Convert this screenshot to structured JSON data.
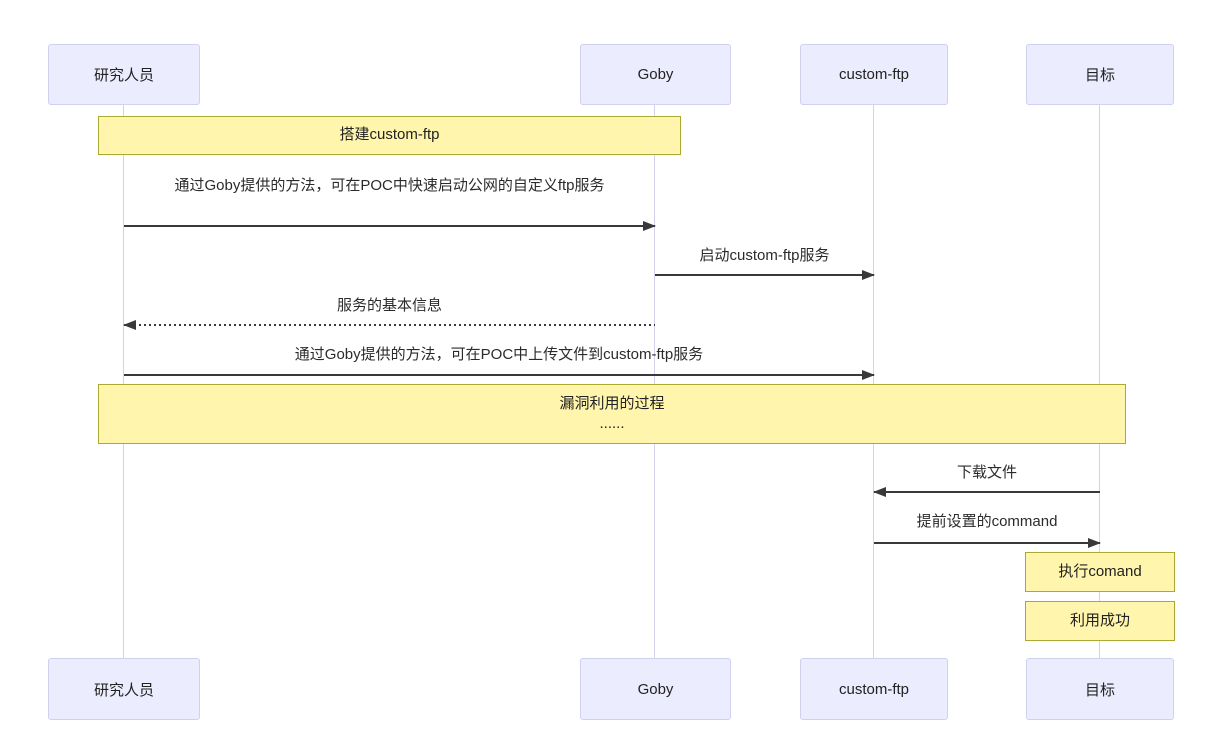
{
  "diagram": {
    "type": "sequence-diagram",
    "actors": [
      {
        "label": "研究人员"
      },
      {
        "label": "Goby"
      },
      {
        "label": "custom-ftp"
      },
      {
        "label": "目标"
      }
    ],
    "notes": {
      "setup": {
        "label": "搭建custom-ftp"
      },
      "exploit": {
        "line1": "漏洞利用的过程",
        "line2": "......"
      },
      "exec": {
        "label": "执行comand"
      },
      "success": {
        "label": "利用成功"
      }
    },
    "messages": [
      {
        "label": "通过Goby提供的方法，可在POC中快速启动公网的自定义ftp服务",
        "from": "研究人员",
        "to": "Goby",
        "style": "solid",
        "direction": "right"
      },
      {
        "label": "启动custom-ftp服务",
        "from": "Goby",
        "to": "custom-ftp",
        "style": "solid",
        "direction": "right"
      },
      {
        "label": "服务的基本信息",
        "from": "Goby",
        "to": "研究人员",
        "style": "dashed",
        "direction": "left"
      },
      {
        "label": "通过Goby提供的方法，可在POC中上传文件到custom-ftp服务",
        "from": "研究人员",
        "to": "custom-ftp",
        "style": "solid",
        "direction": "right"
      },
      {
        "label": "下载文件",
        "from": "目标",
        "to": "custom-ftp",
        "style": "solid",
        "direction": "left"
      },
      {
        "label": "提前设置的command",
        "from": "custom-ftp",
        "to": "目标",
        "style": "solid",
        "direction": "right"
      }
    ],
    "colors": {
      "actor_fill": "#ECECFF",
      "actor_border": "#d0d0f0",
      "note_fill": "#FFF5AD",
      "note_border": "#AAAA33",
      "arrow": "#393939",
      "lifeline": "#d2d2ea",
      "background": "#ffffff"
    }
  }
}
